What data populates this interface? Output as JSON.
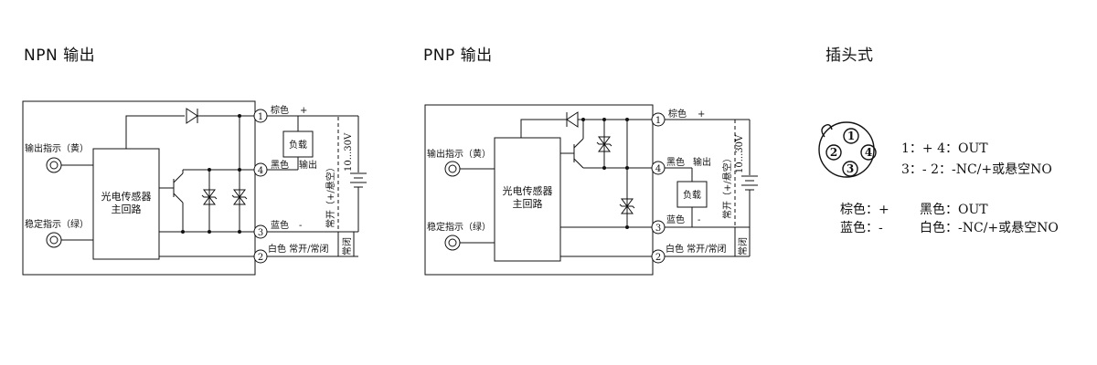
{
  "titles": {
    "npn": "NPN 输出",
    "pnp": "PNP 输出",
    "plug": "插头式"
  },
  "npn": {
    "indicator_output": "输出指示（黄）",
    "indicator_stable": "稳定指示（绿）",
    "circuit_l1": "光电传感器",
    "circuit_l2": "主回路",
    "load": "负载",
    "pin1": "1",
    "pin2": "2",
    "pin3": "3",
    "pin4": "4",
    "brown": "棕色",
    "plus": "+",
    "black": "黑色",
    "output": "输出",
    "blue": "蓝色",
    "minus": "-",
    "white_label": "白色 常开/常闭",
    "voltage": "10...30V",
    "no_plus": "常开（+/悬空）",
    "nc": "常闭"
  },
  "pnp": {
    "indicator_output": "输出指示（黄）",
    "indicator_stable": "稳定指示（绿）",
    "circuit_l1": "光电传感器",
    "circuit_l2": "主回路",
    "load": "负载",
    "pin1": "1",
    "pin2": "2",
    "pin3": "3",
    "pin4": "4",
    "brown": "棕色",
    "plus": "+",
    "black": "黑色",
    "output": "输出",
    "blue": "蓝色",
    "minus": "-",
    "white_label": "白色 常开/常闭",
    "voltage": "10...30V",
    "no_plus": "常开（+/悬空）",
    "nc": "常闭"
  },
  "plug": {
    "pins": {
      "p1": "1",
      "p2": "2",
      "p3": "3",
      "p4": "4"
    },
    "line1": "1：+ 4：OUT",
    "line2": "3：- 2：-NC/+或悬空NO",
    "legend_brown": "棕色：+",
    "legend_black": "黑色：OUT",
    "legend_blue": "蓝色：-",
    "legend_white": "白色：-NC/+或悬空NO"
  }
}
